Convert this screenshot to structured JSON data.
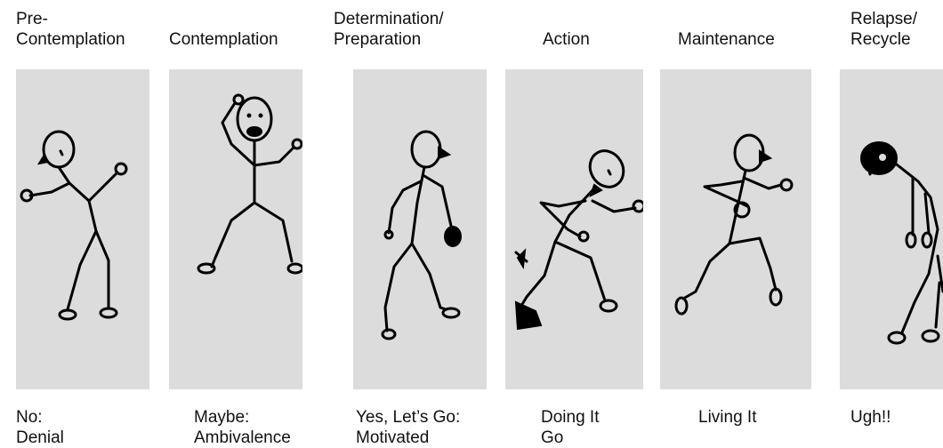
{
  "stages": [
    {
      "title": [
        "Pre-",
        "Contemplation"
      ],
      "caption": [
        "No:",
        "Denial"
      ]
    },
    {
      "title": [
        "Contemplation"
      ],
      "caption": [
        "Maybe:",
        "Ambivalence"
      ]
    },
    {
      "title": [
        "Determination/",
        "Preparation"
      ],
      "caption": [
        "Yes, Let’s Go:",
        "Motivated"
      ]
    },
    {
      "title": [
        "Action"
      ],
      "caption": [
        "Doing It",
        "Go"
      ]
    },
    {
      "title": [
        "Maintenance"
      ],
      "caption": [
        "Living It"
      ]
    },
    {
      "title": [
        "Relapse/",
        "Recycle"
      ],
      "caption": [
        "Ugh!!"
      ]
    }
  ],
  "colors": {
    "panel": "#dcdcdc",
    "ink": "#000000",
    "text": "#111111"
  }
}
